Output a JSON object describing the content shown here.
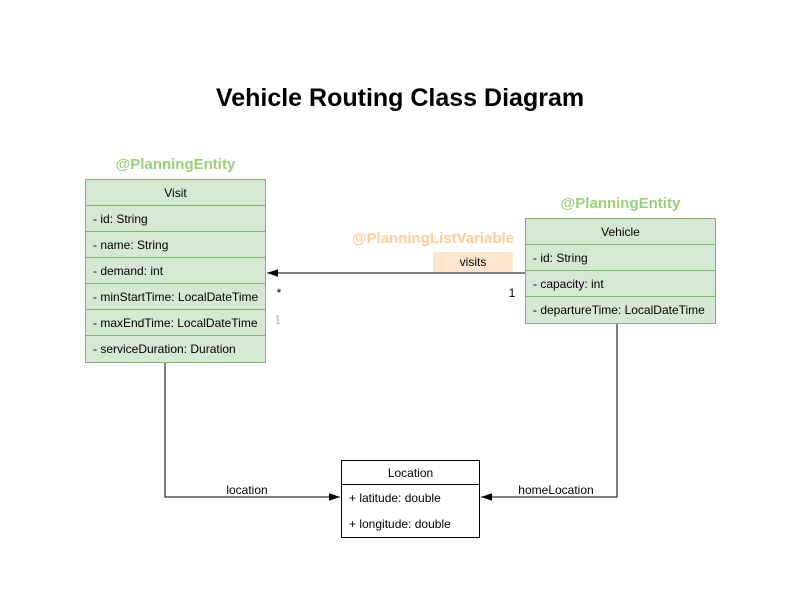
{
  "title": "Vehicle Routing Class Diagram",
  "colors": {
    "class_fill_green": "#d5e8d4",
    "class_border_green": "#82b366",
    "annotation_green": "#97d077",
    "annotation_orange": "#ffcc99",
    "badge_fill": "#ffe6cc",
    "plain_border": "#000000",
    "multiplicity_purple": "#b3a2c7",
    "edge_stroke": "#000000"
  },
  "classes": {
    "visit": {
      "annotation": "@PlanningEntity",
      "name": "Visit",
      "attributes": [
        "- id: String",
        "- name: String",
        "- demand: int",
        "- minStartTime: LocalDateTime",
        "- maxEndTime: LocalDateTime",
        "- serviceDuration: Duration"
      ]
    },
    "vehicle": {
      "annotation": "@PlanningEntity",
      "name": "Vehicle",
      "attributes": [
        "- id: String",
        "- capacity: int",
        "- departureTime: LocalDateTime"
      ]
    },
    "location": {
      "name": "Location",
      "attributes": [
        "+ latitude: double",
        "+ longitude: double"
      ]
    }
  },
  "edges": {
    "visits": {
      "annotation": "@PlanningListVariable",
      "label": "visits",
      "multiplicity_target": "*",
      "multiplicity_source": "1",
      "secondary_multiplicity": "1"
    },
    "location": {
      "label": "location"
    },
    "home_location": {
      "label": "homeLocation"
    }
  }
}
